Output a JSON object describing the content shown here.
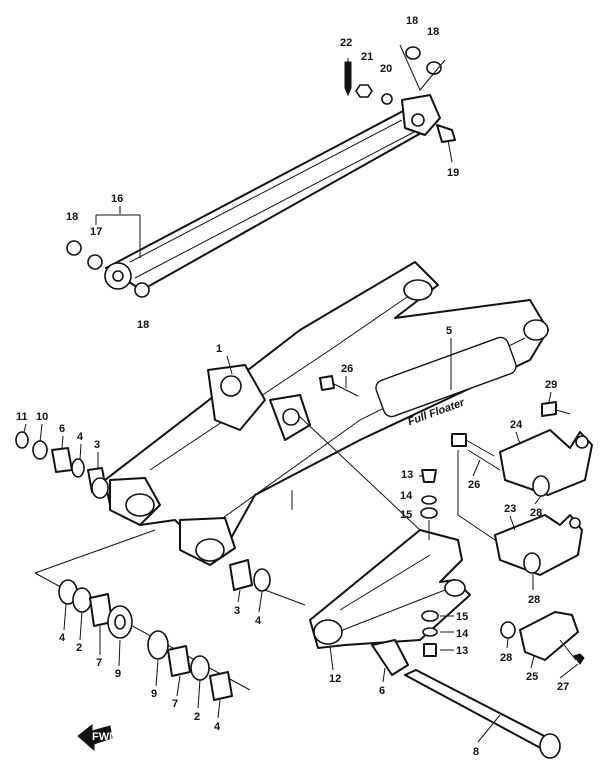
{
  "callouts": [
    "1",
    "2",
    "3",
    "4",
    "5",
    "6",
    "7",
    "8",
    "9",
    "10",
    "11",
    "12",
    "13",
    "14",
    "15",
    "16",
    "17",
    "18",
    "19",
    "20",
    "21",
    "22",
    "23",
    "24",
    "25",
    "26",
    "27",
    "28",
    "29"
  ],
  "labels": [
    {
      "id": "22",
      "text": "22"
    },
    {
      "id": "21",
      "text": "21"
    },
    {
      "id": "20",
      "text": "20"
    },
    {
      "id": "18a",
      "text": "18"
    },
    {
      "id": "18b",
      "text": "18"
    },
    {
      "id": "19",
      "text": "19"
    },
    {
      "id": "16",
      "text": "16"
    },
    {
      "id": "18c",
      "text": "18"
    },
    {
      "id": "17",
      "text": "17"
    },
    {
      "id": "18d",
      "text": "18"
    },
    {
      "id": "1",
      "text": "1"
    },
    {
      "id": "5",
      "text": "5"
    },
    {
      "id": "26a",
      "text": "26"
    },
    {
      "id": "29",
      "text": "29"
    },
    {
      "id": "11",
      "text": "11"
    },
    {
      "id": "10",
      "text": "10"
    },
    {
      "id": "6a",
      "text": "6"
    },
    {
      "id": "4a",
      "text": "4"
    },
    {
      "id": "3a",
      "text": "3"
    },
    {
      "id": "24",
      "text": "24"
    },
    {
      "id": "13a",
      "text": "13"
    },
    {
      "id": "14a",
      "text": "14"
    },
    {
      "id": "15a",
      "text": "15"
    },
    {
      "id": "26b",
      "text": "26"
    },
    {
      "id": "28a",
      "text": "28"
    },
    {
      "id": "23",
      "text": "23"
    },
    {
      "id": "3b",
      "text": "3"
    },
    {
      "id": "4b",
      "text": "4"
    },
    {
      "id": "28b",
      "text": "28"
    },
    {
      "id": "4c",
      "text": "4"
    },
    {
      "id": "2a",
      "text": "2"
    },
    {
      "id": "7a",
      "text": "7"
    },
    {
      "id": "9a",
      "text": "9"
    },
    {
      "id": "15b",
      "text": "15"
    },
    {
      "id": "14b",
      "text": "14"
    },
    {
      "id": "13b",
      "text": "13"
    },
    {
      "id": "28c",
      "text": "28"
    },
    {
      "id": "12",
      "text": "12"
    },
    {
      "id": "6b",
      "text": "6"
    },
    {
      "id": "25",
      "text": "25"
    },
    {
      "id": "27",
      "text": "27"
    },
    {
      "id": "9b",
      "text": "9"
    },
    {
      "id": "7b",
      "text": "7"
    },
    {
      "id": "2b",
      "text": "2"
    },
    {
      "id": "4d",
      "text": "4"
    },
    {
      "id": "8",
      "text": "8"
    }
  ],
  "front_arrow": {
    "icon": "front-arrow-icon",
    "text": "FWD"
  },
  "swingarm_decal": {
    "text": "Full Floater"
  }
}
